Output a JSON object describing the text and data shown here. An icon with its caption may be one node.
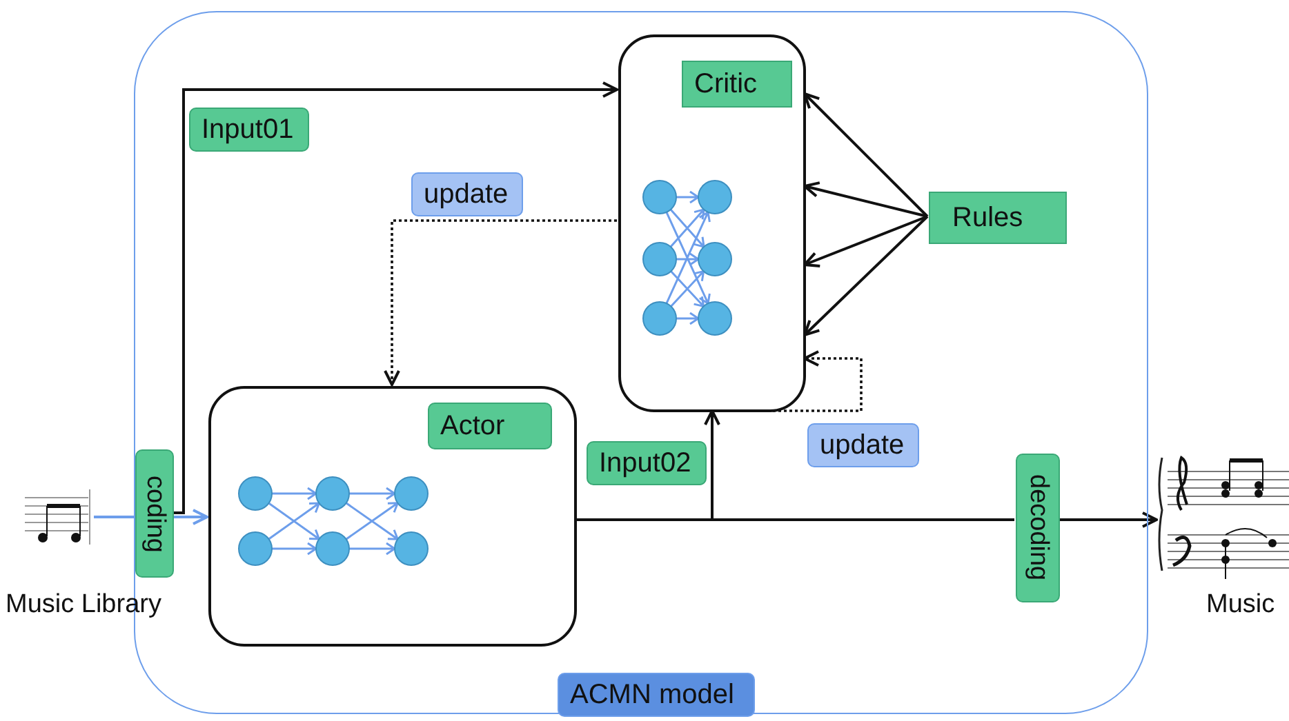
{
  "diagram": {
    "nodes": [
      {
        "text": [
          "ACMN model"
        ]
      },
      {
        "text": [
          "Critic"
        ],
        "in": 0
      },
      {
        "text": [
          "Rules"
        ],
        "in": 0
      },
      {
        "text": [
          "Actor"
        ],
        "in": 0
      },
      {
        "text": [
          "coding"
        ],
        "in": 0
      },
      {
        "text": [
          "decoding"
        ],
        "in": 0
      },
      {
        "text": [],
        "shape": "picture"
      },
      {
        "text": [],
        "shape": "picture"
      }
    ],
    "labels": [
      "Music Library",
      "Music"
    ],
    "edges": [
      {
        "from": 6,
        "to": 4,
        "arrow": "none",
        "color": "#6d9eeb"
      },
      {
        "from": 4,
        "to": 3,
        "arrow": "to",
        "color": "#6d9eeb"
      },
      {
        "from": 4,
        "to": 1,
        "arrow": "to",
        "label": "Input01"
      },
      {
        "from": 3,
        "to": 1,
        "arrow": "to",
        "label": "Input02"
      },
      {
        "from": 3,
        "to": 5,
        "arrow": "none"
      },
      {
        "from": 5,
        "to": 7,
        "arrow": "to"
      },
      {
        "from": 2,
        "to": 1,
        "arrow": "to"
      },
      {
        "from": 2,
        "to": 1,
        "arrow": "to"
      },
      {
        "from": 2,
        "to": 1,
        "arrow": "to"
      },
      {
        "from": 2,
        "to": 1,
        "arrow": "to"
      },
      {
        "from": 1,
        "to": 3,
        "arrow": "to",
        "label": "update",
        "style": "dashed"
      },
      {
        "from": 1,
        "to": 1,
        "arrow": "to",
        "label": "update",
        "style": "dashed"
      }
    ]
  }
}
